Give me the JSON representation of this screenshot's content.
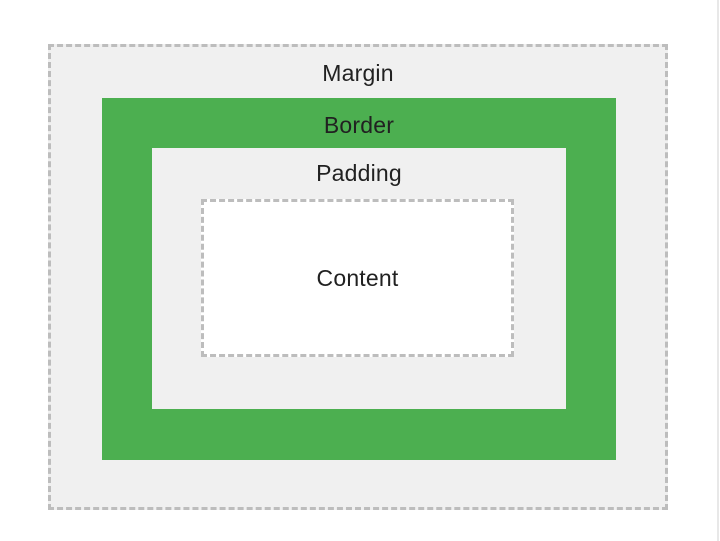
{
  "diagram": {
    "name": "css-box-model",
    "labels": {
      "margin": "Margin",
      "border": "Border",
      "padding": "Padding",
      "content": "Content"
    }
  },
  "colors": {
    "border_fill": "#4caf50",
    "area_fill": "#f0f0f0",
    "dash": "#bdbdbd",
    "text": "#212121",
    "page_bg": "#ffffff",
    "edge_line": "#e8e8e8"
  }
}
